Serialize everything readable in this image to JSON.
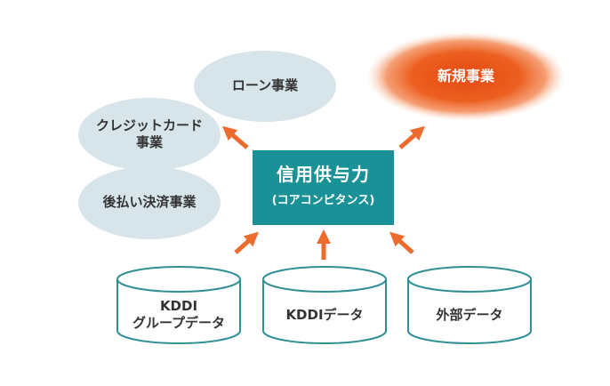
{
  "colors": {
    "bubble": "#d7e5ea",
    "core_box": "#1a9196",
    "arrow": "#ec6b2d",
    "new_business": "#e9541f",
    "db_stroke": "#2f8f95"
  },
  "businesses": {
    "loan": "ローン事業",
    "credit_card": "クレジットカード\n事業",
    "deferred_payment": "後払い決済事業",
    "new_business": "新規事業"
  },
  "core": {
    "title": "信用供与力",
    "subtitle": "(コアコンピタンス)"
  },
  "data_sources": {
    "kddi_group": "KDDI\nグループデータ",
    "kddi": "KDDIデータ",
    "external": "外部データ"
  }
}
